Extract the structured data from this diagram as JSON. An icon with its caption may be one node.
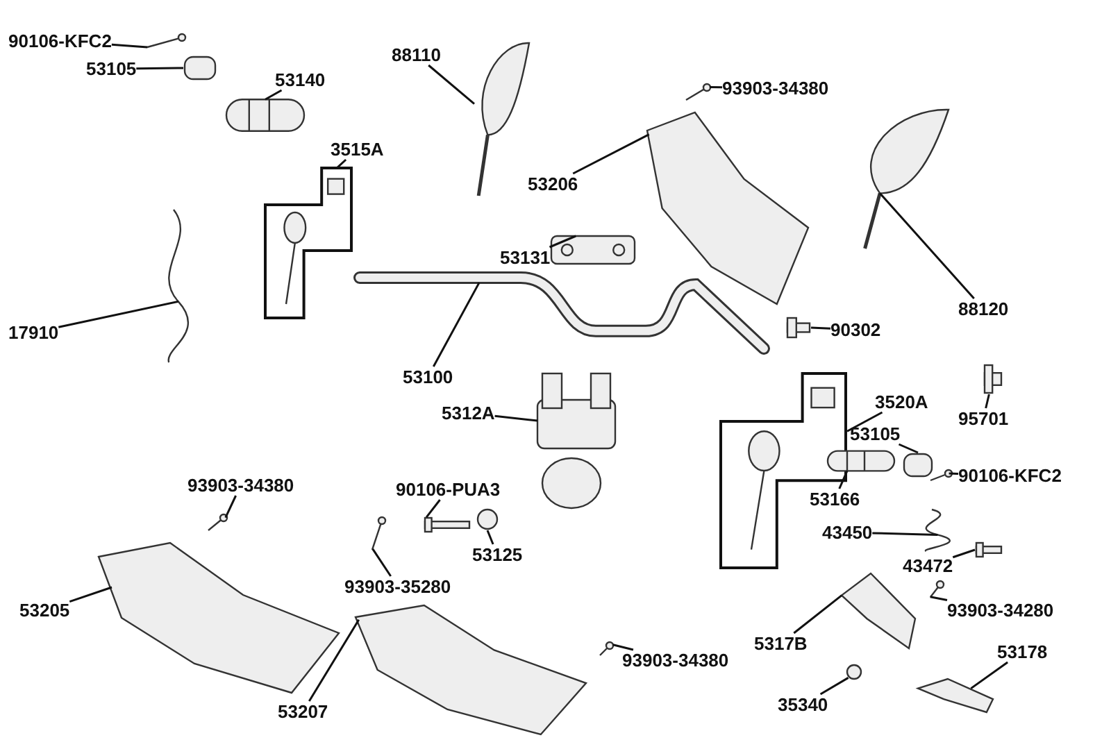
{
  "diagram": {
    "nodes": [
      {
        "text": [
          "90106-KFC2"
        ]
      },
      {
        "text": [
          "53105"
        ]
      },
      {
        "text": [
          "53140"
        ]
      },
      {
        "text": [
          "17910"
        ]
      },
      {
        "text": [
          "3515A"
        ]
      },
      {
        "text": [
          "88110"
        ]
      },
      {
        "text": [
          "93903-34380"
        ]
      },
      {
        "text": [
          "53206"
        ]
      },
      {
        "text": [
          "88120"
        ]
      },
      {
        "text": [
          "53131"
        ]
      },
      {
        "text": [
          "53100"
        ]
      },
      {
        "text": [
          "90302"
        ]
      },
      {
        "text": [
          "95701"
        ]
      },
      {
        "text": [
          "3520A"
        ]
      },
      {
        "text": [
          "5312A"
        ]
      },
      {
        "text": [
          "53105"
        ]
      },
      {
        "text": [
          "53166"
        ]
      },
      {
        "text": [
          "90106-KFC2"
        ]
      },
      {
        "text": [
          "93903-34380"
        ]
      },
      {
        "text": [
          "90106-PUA3"
        ]
      },
      {
        "text": [
          "53125"
        ]
      },
      {
        "text": [
          "93903-35280"
        ]
      },
      {
        "text": [
          "53205"
        ]
      },
      {
        "text": [
          "43450"
        ]
      },
      {
        "text": [
          "43472"
        ]
      },
      {
        "text": [
          "93903-34280"
        ]
      },
      {
        "text": [
          "53178"
        ]
      },
      {
        "text": [
          "5317B"
        ]
      },
      {
        "text": [
          "35340"
        ]
      },
      {
        "text": [
          "53207"
        ]
      },
      {
        "text": [
          "93903-34380"
        ]
      },
      {
        "text": [],
        "shape": "picture"
      },
      {
        "text": [],
        "shape": "box"
      },
      {
        "text": [],
        "shape": "picture"
      },
      {
        "text": [],
        "shape": "picture"
      },
      {
        "text": [],
        "shape": "picture"
      },
      {
        "text": [],
        "shape": "picture"
      },
      {
        "text": [],
        "shape": "picture"
      },
      {
        "text": [],
        "shape": "picture"
      },
      {
        "text": [],
        "shape": "picture"
      },
      {
        "text": [],
        "shape": "picture"
      },
      {
        "text": [],
        "shape": "picture"
      },
      {
        "text": [],
        "shape": "picture"
      },
      {
        "text": [],
        "shape": "picture"
      },
      {
        "text": [],
        "shape": "picture"
      },
      {
        "text": [],
        "shape": "picture"
      },
      {
        "text": [],
        "shape": "box"
      },
      {
        "text": [],
        "shape": "picture"
      },
      {
        "text": [],
        "shape": "picture"
      },
      {
        "text": [],
        "shape": "picture"
      },
      {
        "text": [],
        "shape": "picture"
      },
      {
        "text": [],
        "shape": "circle"
      },
      {
        "text": [],
        "shape": "picture"
      },
      {
        "text": [],
        "shape": "picture"
      },
      {
        "text": [],
        "shape": "picture"
      },
      {
        "text": [],
        "shape": "picture"
      },
      {
        "text": [],
        "shape": "picture"
      },
      {
        "text": [],
        "shape": "picture"
      },
      {
        "text": [],
        "shape": "picture"
      },
      {
        "text": [],
        "shape": "circle"
      },
      {
        "text": [],
        "shape": "picture"
      },
      {
        "text": [],
        "shape": "picture"
      }
    ],
    "edges": [
      {
        "from": 0,
        "to": 31,
        "arrow": "none"
      },
      {
        "from": 1,
        "to": 32,
        "arrow": "none"
      },
      {
        "from": 2,
        "to": 33,
        "arrow": "none"
      },
      {
        "from": 3,
        "to": 34,
        "arrow": "none"
      },
      {
        "from": 4,
        "to": 35,
        "arrow": "none"
      },
      {
        "from": 5,
        "to": 36,
        "arrow": "none"
      },
      {
        "from": 6,
        "to": 37,
        "arrow": "none"
      },
      {
        "from": 7,
        "to": 38,
        "arrow": "none"
      },
      {
        "from": 8,
        "to": 39,
        "arrow": "none"
      },
      {
        "from": 9,
        "to": 40,
        "arrow": "none"
      },
      {
        "from": 10,
        "to": 41,
        "arrow": "none"
      },
      {
        "from": 11,
        "to": 42,
        "arrow": "none"
      },
      {
        "from": 12,
        "to": 43,
        "arrow": "none"
      },
      {
        "from": 13,
        "to": 44,
        "arrow": "none"
      },
      {
        "from": 14,
        "to": 45,
        "arrow": "none"
      },
      {
        "from": 15,
        "to": 46,
        "arrow": "none"
      },
      {
        "from": 16,
        "to": 47,
        "arrow": "none"
      },
      {
        "from": 17,
        "to": 48,
        "arrow": "none"
      },
      {
        "from": 18,
        "to": 49,
        "arrow": "none"
      },
      {
        "from": 19,
        "to": 50,
        "arrow": "none"
      },
      {
        "from": 20,
        "to": 51,
        "arrow": "none"
      },
      {
        "from": 21,
        "to": 52,
        "arrow": "none"
      },
      {
        "from": 22,
        "to": 53,
        "arrow": "none"
      },
      {
        "from": 23,
        "to": 54,
        "arrow": "none"
      },
      {
        "from": 24,
        "to": 55,
        "arrow": "none"
      },
      {
        "from": 25,
        "to": 56,
        "arrow": "none"
      },
      {
        "from": 26,
        "to": 57,
        "arrow": "none"
      },
      {
        "from": 27,
        "to": 58,
        "arrow": "none"
      },
      {
        "from": 28,
        "to": 59,
        "arrow": "none"
      },
      {
        "from": 29,
        "to": 60,
        "arrow": "none"
      },
      {
        "from": 30,
        "to": 61,
        "arrow": "none"
      }
    ]
  }
}
